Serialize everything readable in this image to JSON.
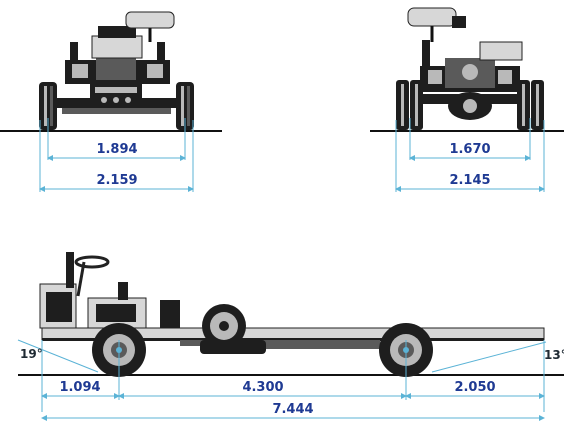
{
  "front_view": {
    "track_width": "1.894",
    "overall_width": "2.159"
  },
  "rear_view": {
    "track_width": "1.670",
    "overall_width": "2.145"
  },
  "side_view": {
    "approach_angle": "19°",
    "departure_angle": "13°",
    "front_overhang": "1.094",
    "wheelbase": "4.300",
    "rear_overhang": "2.050",
    "overall_length": "7.444"
  },
  "colors": {
    "dimension_text": "#1f3a93",
    "dimension_line": "#5bb3d6",
    "chassis": "#1e1e1e",
    "background": "#ffffff"
  }
}
